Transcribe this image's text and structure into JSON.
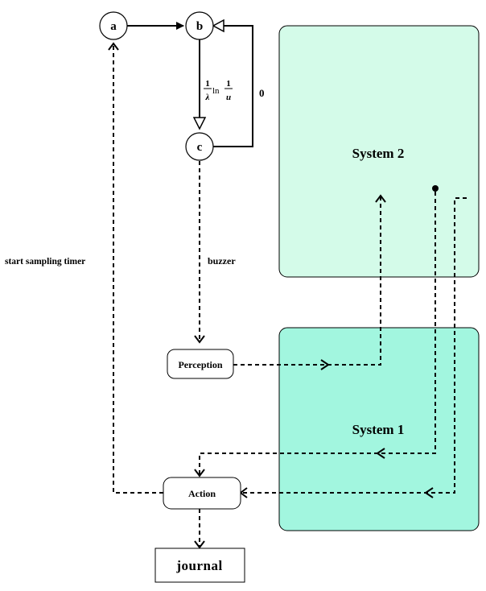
{
  "states": {
    "a": "a",
    "b": "b",
    "c": "c"
  },
  "transition_label": {
    "frac1_num": "1",
    "frac1_den": "λ",
    "ln": "ln",
    "frac2_num": "1",
    "frac2_den": "u"
  },
  "edge_labels": {
    "zero": "0",
    "buzzer": "buzzer",
    "start_sampling": "start sampling timer"
  },
  "nodes": {
    "perception": "Perception",
    "action": "Action",
    "journal": "journal"
  },
  "systems": {
    "system2": "System 2",
    "system1": "System 1"
  },
  "colors": {
    "system2_fill": "#d4fbe9",
    "system1_fill": "#a2f6df",
    "stroke": "#000000"
  }
}
